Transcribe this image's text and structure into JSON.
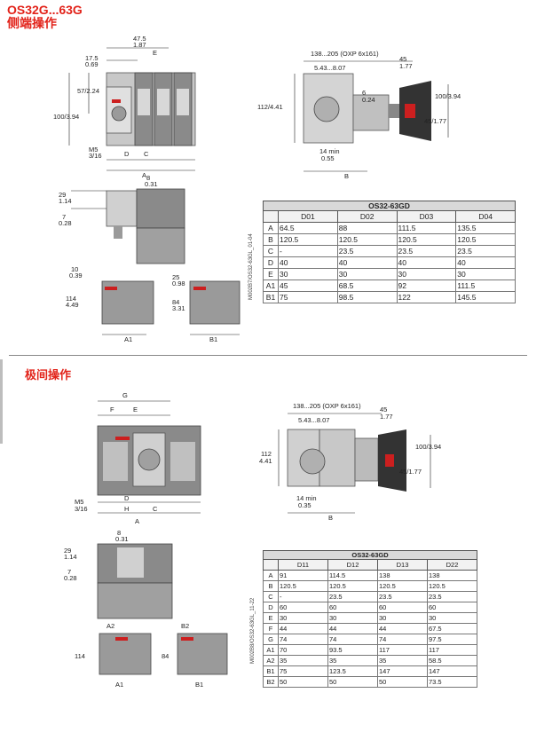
{
  "section1": {
    "title_line1": "OS32G...63G",
    "title_line2": "侧端操作",
    "side_code": "M002B7/OS32-63GL_01-04",
    "table": {
      "caption": "OS32-63GD",
      "columns": [
        "",
        "D01",
        "D02",
        "D03",
        "D04"
      ],
      "rows": [
        [
          "A",
          "64.5",
          "88",
          "111.5",
          "135.5"
        ],
        [
          "B",
          "120.5",
          "120.5",
          "120.5",
          "120.5"
        ],
        [
          "C",
          "-",
          "23.5",
          "23.5",
          "23.5"
        ],
        [
          "D",
          "40",
          "40",
          "40",
          "40"
        ],
        [
          "E",
          "30",
          "30",
          "30",
          "30"
        ],
        [
          "A1",
          "45",
          "68.5",
          "92",
          "111.5"
        ],
        [
          "B1",
          "75",
          "98.5",
          "122",
          "145.5"
        ]
      ]
    },
    "dims": {
      "d47": "47.5",
      "d187": "1.87",
      "E": "E",
      "d175": "17.5",
      "d069": "0.69",
      "d57": "57/2.24",
      "d100": "100/3.94",
      "m5": "M5",
      "m5b": "3/16",
      "D": "D",
      "C": "C",
      "A": "A",
      "d8": "8",
      "d031": "0.31",
      "d29": "29",
      "d114": "1.14",
      "d7": "7",
      "d028": "0.28",
      "d10": "10",
      "d039": "0.39",
      "d114b": "114",
      "d449": "4.49",
      "A1": "A1",
      "d25": "25",
      "d098": "0.98",
      "d84": "84",
      "d331": "3.31",
      "B1": "B1",
      "d138": "138...205 (OXP 6x161)",
      "d543": "5.43...8.07",
      "d45": "45",
      "d177": "1.77",
      "d112": "112/4.41",
      "d6": "6",
      "d024": "0.24",
      "d100b": "100/3.94",
      "d4545": "45/1.77",
      "d14min": "14 min",
      "d055": "0.55",
      "B": "B"
    }
  },
  "section2": {
    "title": "极间操作",
    "side_code": "M002B8/OS32-63GL_11-22",
    "table": {
      "caption": "OS32-63GD",
      "columns": [
        "",
        "D11",
        "D12",
        "D13",
        "D22"
      ],
      "rows": [
        [
          "A",
          "91",
          "114.5",
          "138",
          "138"
        ],
        [
          "B",
          "120.5",
          "120.5",
          "120.5",
          "120.5"
        ],
        [
          "C",
          "-",
          "23.5",
          "23.5",
          "23.5"
        ],
        [
          "D",
          "60",
          "60",
          "60",
          "60"
        ],
        [
          "E",
          "30",
          "30",
          "30",
          "30"
        ],
        [
          "F",
          "44",
          "44",
          "44",
          "67.5"
        ],
        [
          "G",
          "74",
          "74",
          "74",
          "97.5"
        ],
        [
          "A1",
          "70",
          "93.5",
          "117",
          "117"
        ],
        [
          "A2",
          "35",
          "35",
          "35",
          "58.5"
        ],
        [
          "B1",
          "75",
          "123.5",
          "147",
          "147"
        ],
        [
          "B2",
          "50",
          "50",
          "50",
          "73.5"
        ]
      ]
    },
    "dims": {
      "G": "G",
      "F": "F",
      "E": "E",
      "D": "D",
      "H": "H",
      "C": "C",
      "A": "A",
      "m5": "M5",
      "m5b": "3/16",
      "d8": "8",
      "d031": "0.31",
      "d29": "29",
      "d114": "1.14",
      "d7": "7",
      "d028": "0.28",
      "A2": "A2",
      "d114b": "114",
      "A1": "A1",
      "B2": "B2",
      "d84": "84",
      "B1": "B1",
      "d138": "138...205 (OXP 6x161)",
      "d543": "5.43...8.07",
      "d45": "45",
      "d177": "1.77",
      "d112": "112",
      "d441": "4.41",
      "d100b": "100/3.94",
      "d4545": "45/1.77",
      "d14min": "14 min",
      "d035": "0.35",
      "B": "B"
    }
  },
  "colors": {
    "title": "#e2231a",
    "accent": "#cc1f1f",
    "device": "#8a8a8a",
    "device_light": "#c8c8c8"
  }
}
